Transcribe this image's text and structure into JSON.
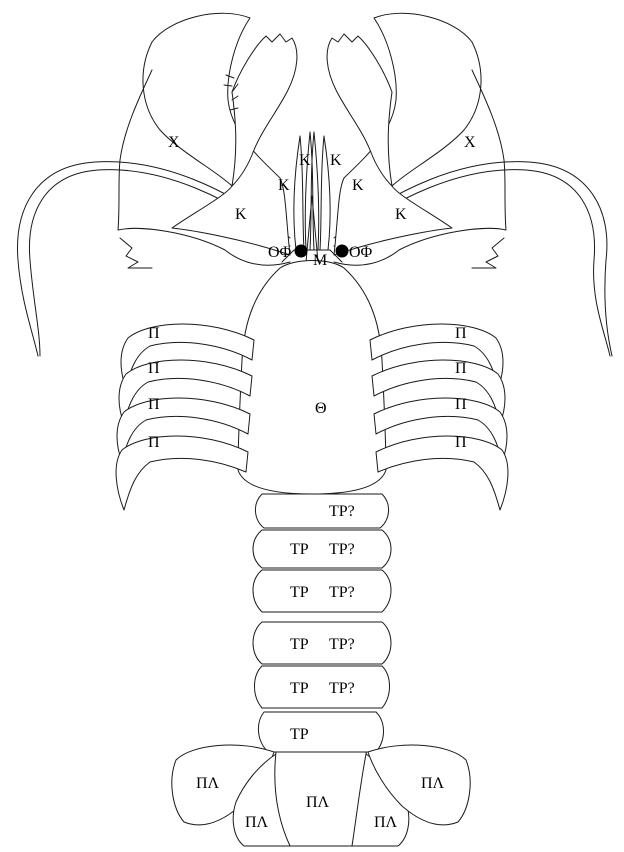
{
  "labels": {
    "claw": "X",
    "antenna": "K",
    "eye": "ΟΦ",
    "mouth": "Μ",
    "thorax": "Θ",
    "leg": "Π",
    "tail_segment": "TP",
    "tail_segment_alt": "TP?",
    "tail_fan": "ΠΛ"
  }
}
